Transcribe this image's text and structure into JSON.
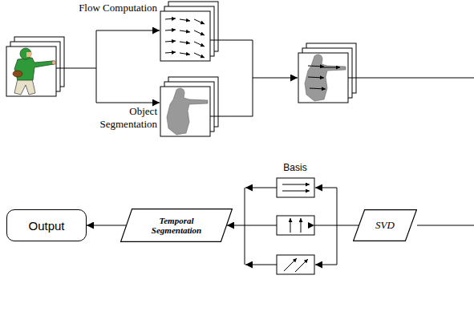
{
  "diagram": {
    "nodes": [
      {
        "text": [
          "Output"
        ]
      },
      {
        "text": [
          "Temporal Segmentation"
        ]
      },
      {
        "text": [
          "SVD"
        ]
      }
    ],
    "edges": [
      {
        "from": 2,
        "to": 1,
        "arrow": "to"
      },
      {
        "from": 1,
        "to": 0,
        "arrow": "to"
      }
    ],
    "labels": [
      "Flow Computation",
      "Object Segmentation",
      "Basis"
    ]
  }
}
